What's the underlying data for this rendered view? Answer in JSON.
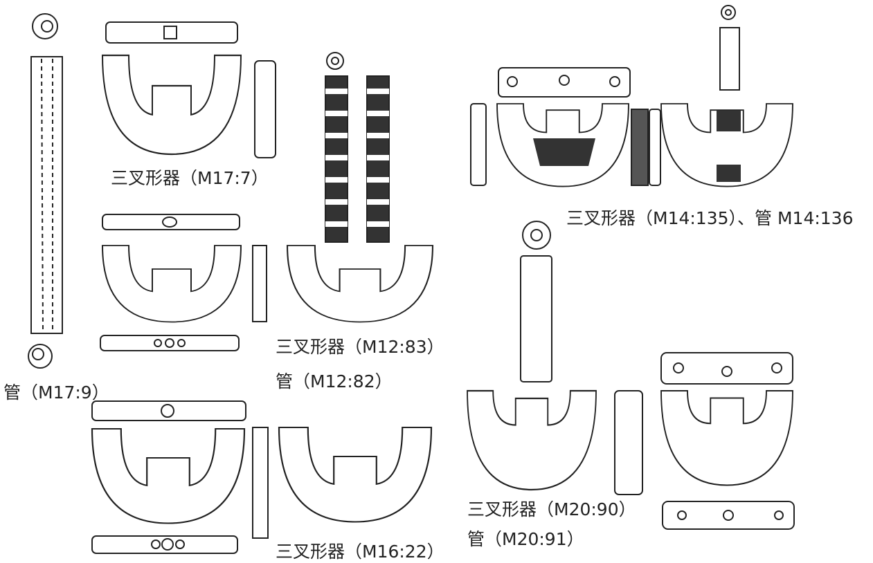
{
  "captions": {
    "m17_7": "三叉形器（M17:7）",
    "m17_9": "管（M17:9）",
    "m12_83": "三叉形器（M12:83）",
    "m12_82": "管（M12:82）",
    "m14": "三叉形器（M14:135）、管 M14:136",
    "m20_90": "三叉形器（M20:90）",
    "m20_91": "管（M20:91）",
    "m16_22": "三叉形器（M16:22）"
  },
  "colors": {
    "ink": "#222222",
    "paper": "#ffffff"
  }
}
